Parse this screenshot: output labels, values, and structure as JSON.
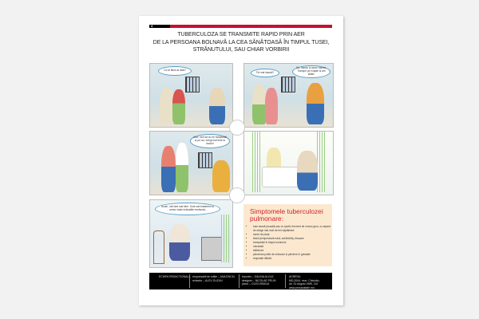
{
  "page": {
    "number": "4",
    "accent_color": "#c8102e",
    "title_lines": [
      "TUBERCULOZA SE TRANSMITE RAPID PRIN AER",
      "DE LA PERSOANA BOLNAVĂ LA CEA SĂNĂTOASĂ ÎN TIMPUL TUSEI,",
      "STRĂNUTULUI, SAU CHIAR VORBIRII"
    ]
  },
  "comic": {
    "panels": [
      {
        "bubbles": [
          "Ce-ai făcut ai răcit?"
        ]
      },
      {
        "bubbles": [
          "Tot mai tușești?",
          "Da, tușesc și acum tușesc. Transpir pe noapte și am slăbit."
        ]
      },
      {
        "bubbles": [
          "Auzi, vezi să nu ne molipsești și pe noi, mergi mai bine la doctor!"
        ]
      },
      {
        "bubbles": []
      },
      {
        "bubbles": [
          "Acum, mă simt mai bine. Sunt sub tratament și urmez toate indicațiile medicului."
        ]
      }
    ]
  },
  "symptoms": {
    "title": "Simptomele tuberculozei pulmonare:",
    "items": [
      "tuse seacă (uscată) sau cu spută, frecvent de mucus gros, cu aspect de sânge mai mult de trei săptămâni",
      "dureri de piept",
      "febră (temperatură mică, subfebrilă), frisoane",
      "transpirații în timpul somnului",
      "oboseală",
      "slăbiciuni",
      "pierderea poftei de mâncare și pierdere în greutate",
      "respirație dificilă"
    ]
  },
  "footer": {
    "col1": "ECHIPA REDACȚIONALĂ",
    "col2": [
      "responsabil de ediție – ANA ENCIU",
      "redactor – ALEX GUZUN"
    ],
    "col3": [
      "reporter – GALINA ALCAZ",
      "designer – NICOLAE PELIN",
      "pictor – OLEG BRAGA"
    ],
    "col4": [
      "ADRESA:",
      "MD-2004, mun. Chișinău,",
      "str. 31 August 1989, 110",
      "www.prosanatate.md"
    ]
  }
}
